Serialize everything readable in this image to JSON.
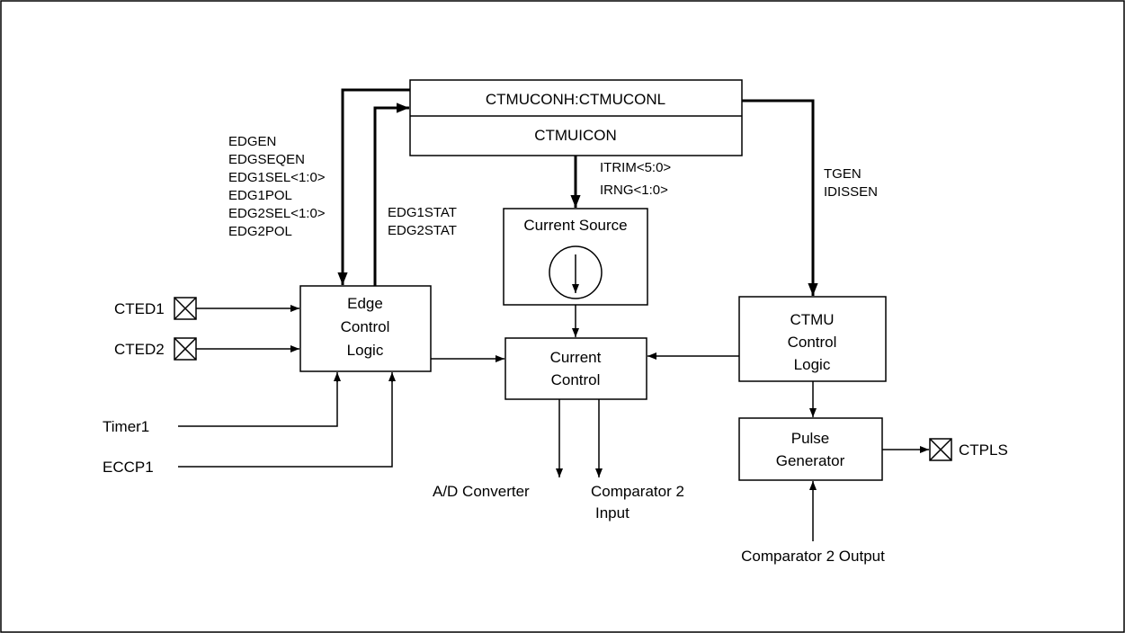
{
  "registers": {
    "top": "CTMUCONH:CTMUCONL",
    "bottom": "CTMUICON"
  },
  "blocks": {
    "current_source": "Current Source",
    "edge_control": [
      "Edge",
      "Control",
      "Logic"
    ],
    "current_control": [
      "Current",
      "Control"
    ],
    "ctmu_control": [
      "CTMU",
      "Control",
      "Logic"
    ],
    "pulse_generator": [
      "Pulse",
      "Generator"
    ]
  },
  "signals": {
    "edge_config": [
      "EDGEN",
      "EDGSEQEN",
      "EDG1SEL<1:0>",
      "EDG1POL",
      "EDG2SEL<1:0>",
      "EDG2POL"
    ],
    "edge_status": [
      "EDG1STAT",
      "EDG2STAT"
    ],
    "current_trim": [
      "ITRIM<5:0>",
      "IRNG<1:0>"
    ],
    "ctmu_ctrl": [
      "TGEN",
      "IDISSEN"
    ]
  },
  "pins": {
    "cted1": "CTED1",
    "cted2": "CTED2",
    "ctpls": "CTPLS"
  },
  "inputs": {
    "timer1": "Timer1",
    "eccp1": "ECCP1",
    "comparator_output": "Comparator 2 Output"
  },
  "outputs": {
    "adc": "A/D Converter",
    "comparator_input": [
      "Comparator 2",
      "Input"
    ]
  }
}
